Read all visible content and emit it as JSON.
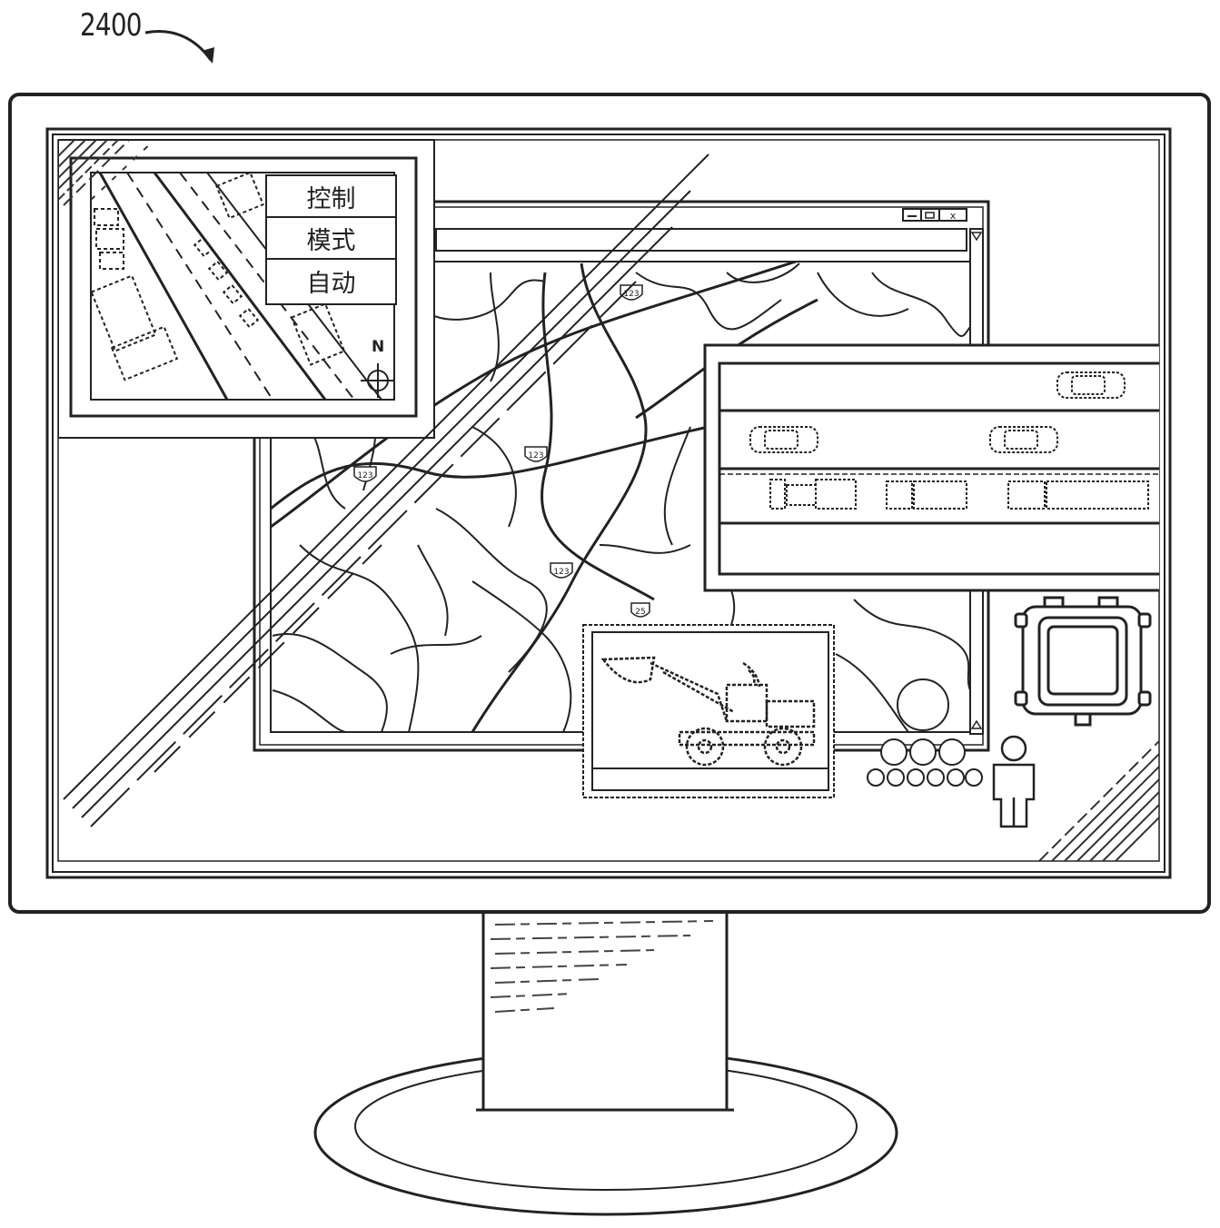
{
  "figure": {
    "reference_numeral": "2400"
  },
  "control_panel": {
    "items": [
      {
        "label": "控制"
      },
      {
        "label": "模式"
      },
      {
        "label": "自动"
      }
    ],
    "compass_label": "N"
  },
  "map_window": {
    "controls": [
      "minimize-icon",
      "restore-icon",
      "close-icon"
    ],
    "close_glyph": "x",
    "routes": [
      "123",
      "123",
      "123",
      "123",
      "25"
    ]
  },
  "traffic_panel": {
    "lanes": [
      {
        "vehicles": [
          "car"
        ]
      },
      {
        "vehicles": [
          "car",
          "car"
        ]
      },
      {
        "vehicles": [
          "tractor",
          "truck",
          "semi-truck"
        ]
      },
      {
        "vehicles": []
      }
    ]
  },
  "icons": [
    "excavator-icon",
    "controller-module-icon",
    "crowd-icon",
    "person-icon"
  ]
}
